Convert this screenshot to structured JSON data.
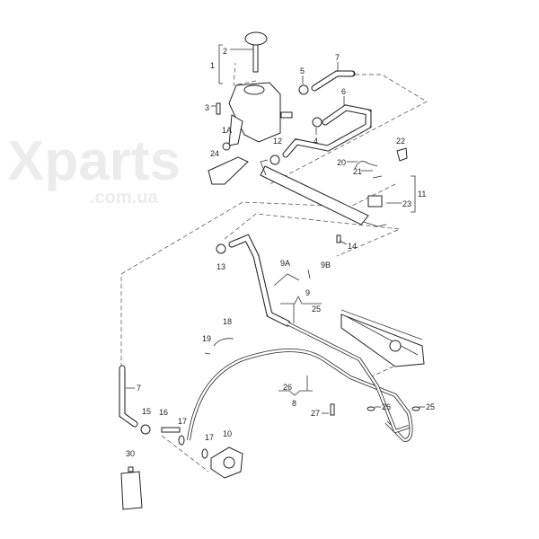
{
  "watermark": {
    "brand": "Xparts",
    "domain": ".com.ua"
  },
  "labels": [
    {
      "text": "1"
    },
    {
      "text": "2"
    },
    {
      "text": "3"
    },
    {
      "text": "1A"
    },
    {
      "text": "24"
    },
    {
      "text": "5"
    },
    {
      "text": "7"
    },
    {
      "text": "6"
    },
    {
      "text": "4"
    },
    {
      "text": "12"
    },
    {
      "text": "22"
    },
    {
      "text": "20"
    },
    {
      "text": "21"
    },
    {
      "text": "11"
    },
    {
      "text": "23"
    },
    {
      "text": "14"
    },
    {
      "text": "13"
    },
    {
      "text": "9A"
    },
    {
      "text": "9B"
    },
    {
      "text": "9"
    },
    {
      "text": "25"
    },
    {
      "text": "18"
    },
    {
      "text": "19"
    },
    {
      "text": "7"
    },
    {
      "text": "15"
    },
    {
      "text": "16"
    },
    {
      "text": "17"
    },
    {
      "text": "17"
    },
    {
      "text": "10"
    },
    {
      "text": "26"
    },
    {
      "text": "8"
    },
    {
      "text": "27"
    },
    {
      "text": "26"
    },
    {
      "text": "25"
    },
    {
      "text": "30"
    }
  ]
}
